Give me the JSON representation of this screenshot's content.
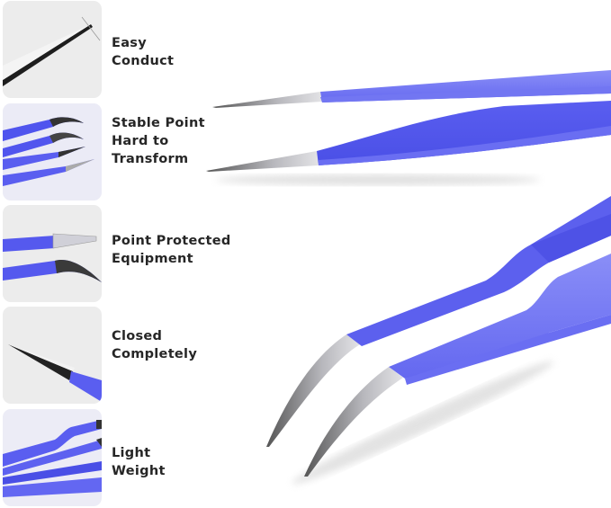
{
  "features": [
    {
      "lines": [
        "Easy",
        "Conduct"
      ],
      "tile_bg": "#ececec"
    },
    {
      "lines": [
        "Stable Point",
        "Hard to",
        "Transform"
      ],
      "tile_bg": "#ebebf6"
    },
    {
      "lines": [
        "Point Protected",
        "Equipment"
      ],
      "tile_bg": "#ececec"
    },
    {
      "lines": [
        "Closed",
        "Completely"
      ],
      "tile_bg": "#ececec"
    },
    {
      "lines": [
        "Light",
        "Weight"
      ],
      "tile_bg": "#ececf6"
    }
  ],
  "colors": {
    "tweezer_blue": "#5b5ff0",
    "tweezer_blue_light": "#8286f5",
    "steel": "#a7a7ad",
    "text": "#262626"
  }
}
